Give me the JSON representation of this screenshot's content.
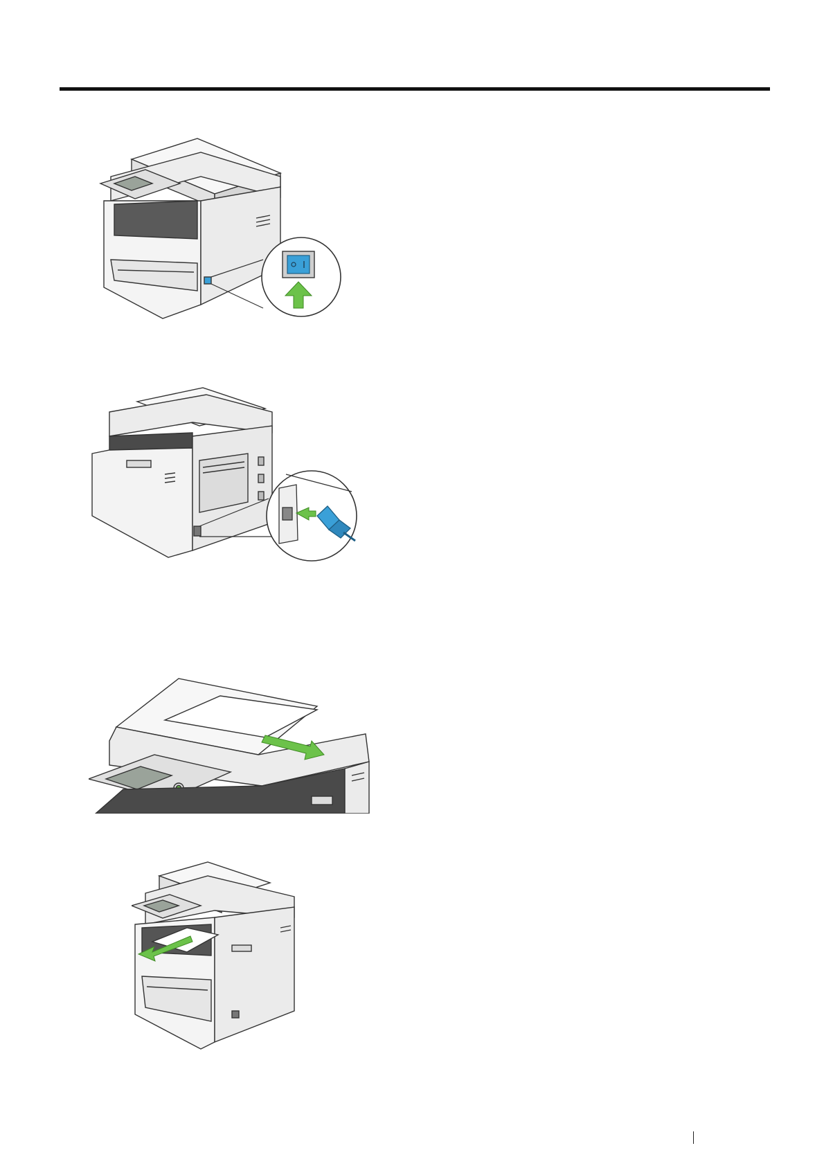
{
  "figures": [
    {
      "id": "fig-power-switch",
      "icon": "power-switch-icon",
      "description": "printer-front-power-switch"
    },
    {
      "id": "fig-power-cord",
      "icon": "power-cord-icon",
      "description": "printer-rear-power-cord"
    },
    {
      "id": "fig-adf-document",
      "icon": "arrow-icon",
      "description": "remove-document-from-adf"
    },
    {
      "id": "fig-output-tray",
      "icon": "arrow-icon",
      "description": "remove-paper-from-output-tray"
    }
  ],
  "colors": {
    "rule": "#111111",
    "arrow_green": "#6cc24a",
    "switch_blue": "#3aa0d8",
    "body_gray": "#e9e9e9",
    "dark_gray": "#4a4a4a"
  }
}
